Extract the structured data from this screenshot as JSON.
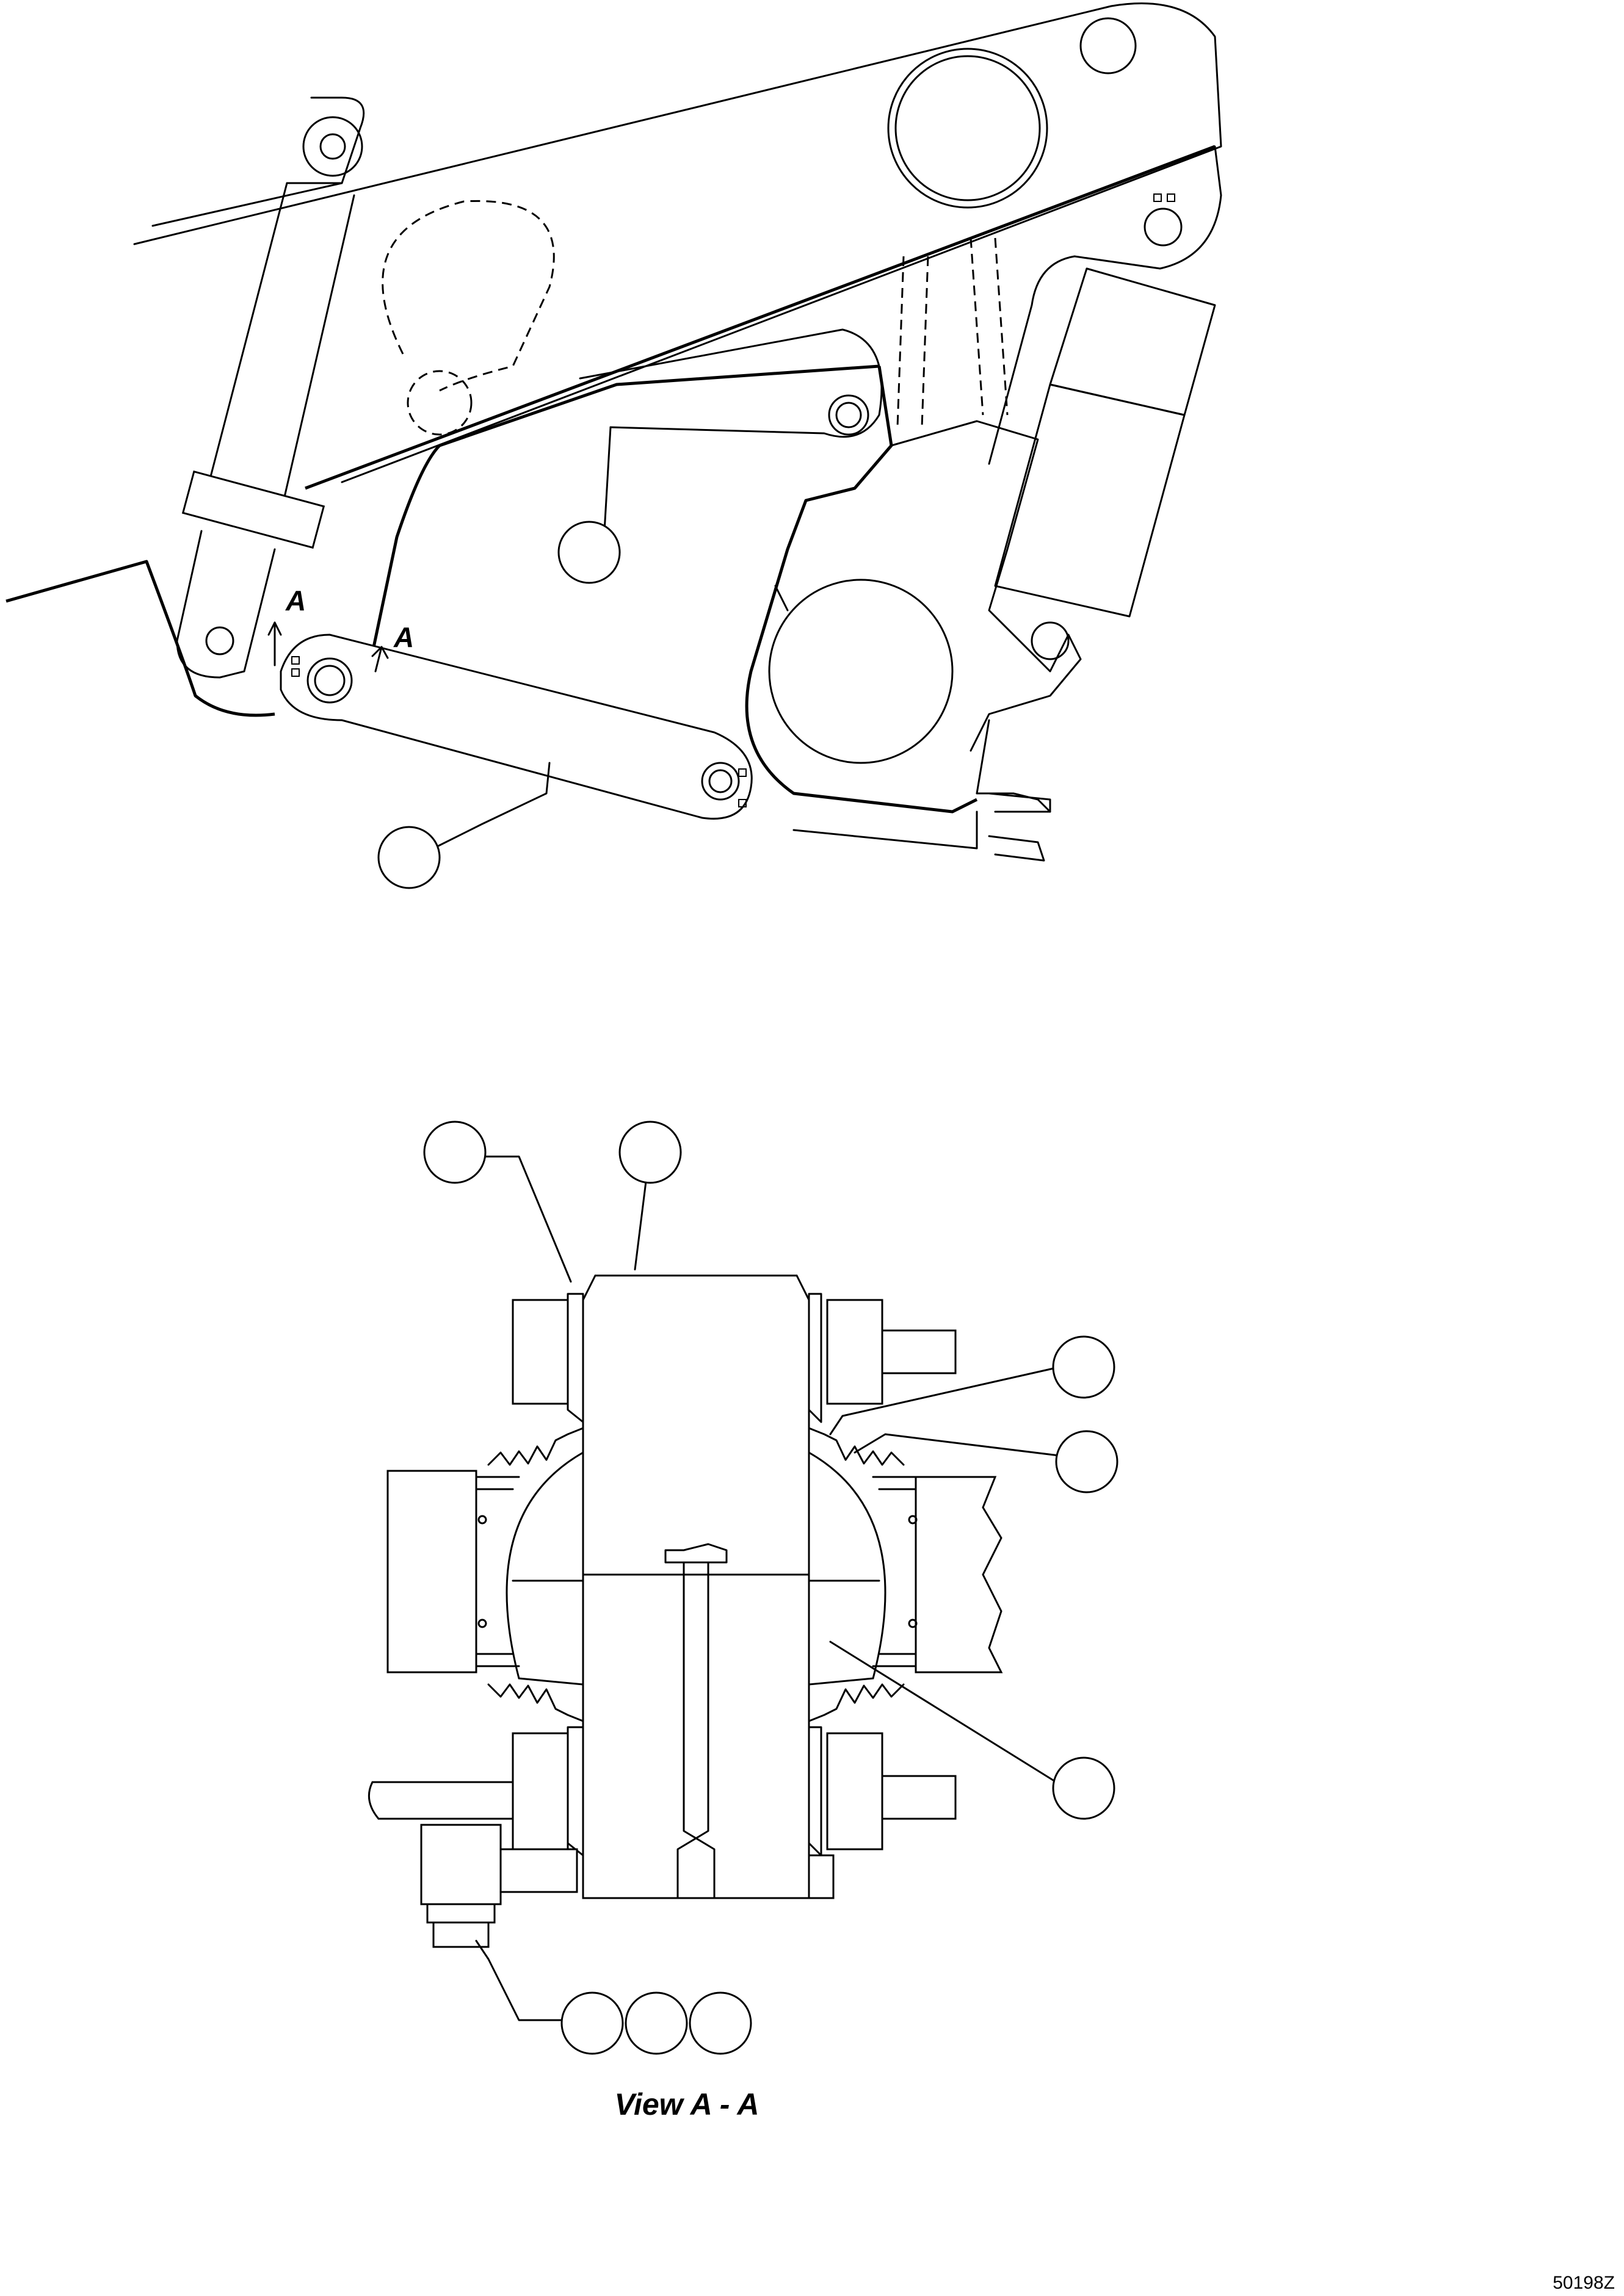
{
  "figure": {
    "view_label": "View A - A",
    "section_marker": "A",
    "figure_id": "50198Z"
  },
  "callouts_top": [
    {
      "id": "callout-linkage-upper"
    },
    {
      "id": "callout-linkage-lower"
    }
  ],
  "callouts_section": [
    {
      "id": "callout-seal-left"
    },
    {
      "id": "callout-pin"
    },
    {
      "id": "callout-seal-right-upper"
    },
    {
      "id": "callout-seal-right-lower"
    },
    {
      "id": "callout-bushing"
    },
    {
      "id": "callout-fitting-1"
    },
    {
      "id": "callout-fitting-2"
    },
    {
      "id": "callout-fitting-3"
    }
  ],
  "icons": {
    "section_arrow": "section-arrow-icon",
    "callout_balloon": "callout-balloon-icon"
  },
  "colors": {
    "line": "#000000",
    "background": "#ffffff"
  }
}
